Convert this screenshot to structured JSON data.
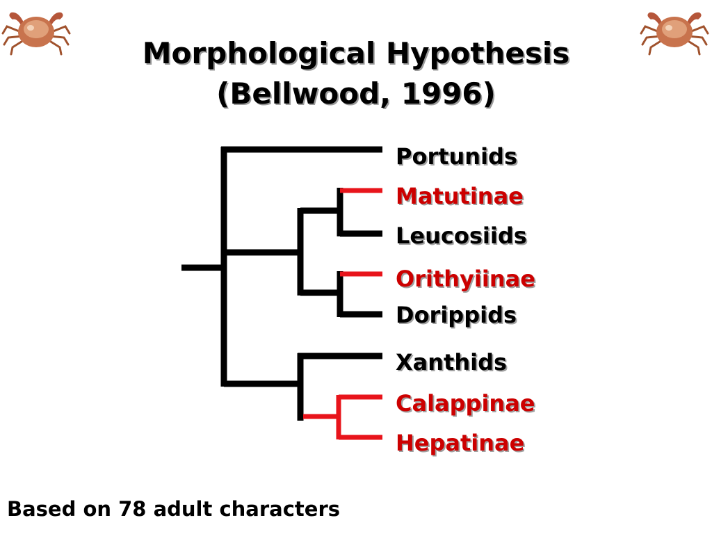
{
  "slide": {
    "title_line1": "Morphological Hypothesis",
    "title_line2": "(Bellwood, 1996)",
    "footnote": "Based on 78 adult characters"
  },
  "colors": {
    "black_branch": "#000000",
    "red_branch": "#e8141b",
    "red_label": "#cc0000",
    "black_label": "#000000"
  },
  "icons": {
    "left": "crab-icon",
    "right": "crab-icon"
  },
  "taxa": [
    {
      "label": "Portunids",
      "highlight": false
    },
    {
      "label": "Matutinae",
      "highlight": true
    },
    {
      "label": "Leucosiids",
      "highlight": false
    },
    {
      "label": "Orithyiinae",
      "highlight": true
    },
    {
      "label": "Dorippids",
      "highlight": false
    },
    {
      "label": "Xanthids",
      "highlight": false
    },
    {
      "label": "Calappinae",
      "highlight": true
    },
    {
      "label": "Hepatinae",
      "highlight": true
    }
  ]
}
